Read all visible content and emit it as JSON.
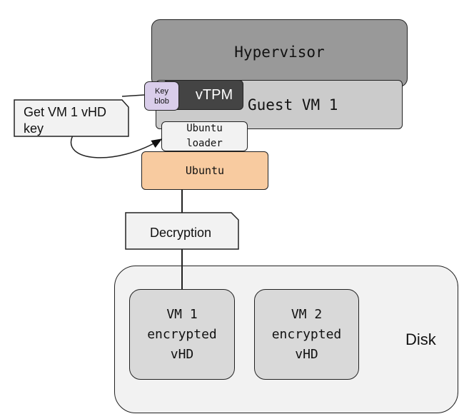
{
  "diagram": {
    "hypervisor_label": "Hypervisor",
    "guest_vm_label": "Guest VM 1",
    "vtpm_label": "vTPM",
    "key_blob_line1": "Key",
    "key_blob_line2": "blob",
    "ubuntu_loader_line1": "Ubuntu",
    "ubuntu_loader_line2": "loader",
    "ubuntu_label": "Ubuntu",
    "note_line1": "Get VM 1 vHD",
    "note_line2": "key",
    "decryption_label": "Decryption",
    "disk_label": "Disk",
    "vm1": {
      "line1": "VM 1",
      "line2": "encrypted",
      "line3": "vHD"
    },
    "vm2": {
      "line1": "VM 2",
      "line2": "encrypted",
      "line3": "vHD"
    }
  },
  "colors": {
    "hypervisor": "#999999",
    "guest_vm": "#cbcbcb",
    "vtpm": "#444444",
    "key_blob": "#d9cdea",
    "ubuntu": "#f8cba0",
    "disk": "#f2f2f2",
    "vhd": "#d9d9d9",
    "note": "#f2f2f2"
  }
}
